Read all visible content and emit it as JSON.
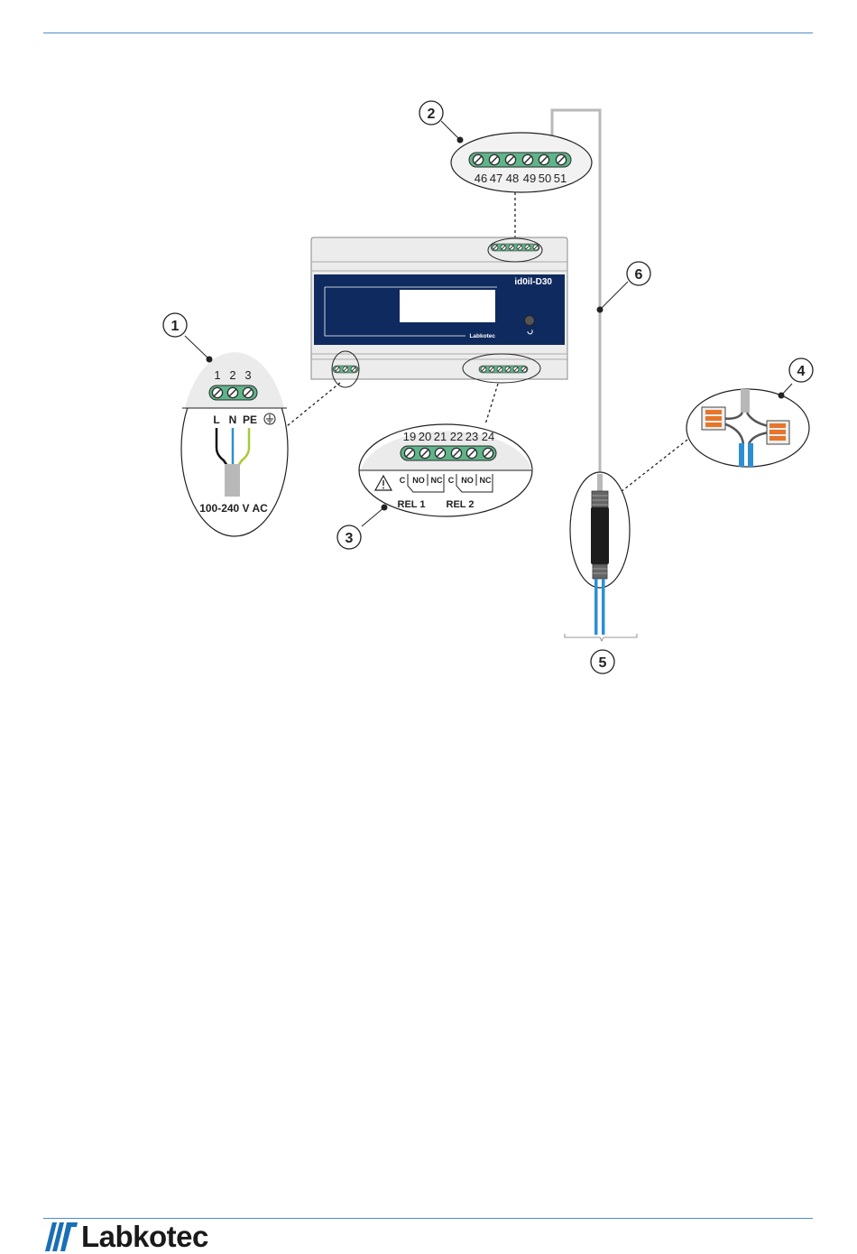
{
  "callouts": [
    "1",
    "2",
    "3",
    "4",
    "5",
    "6"
  ],
  "device": {
    "model_label": "id0il-D30",
    "brand_label": "Labkotec"
  },
  "power_terminal": {
    "numbers": [
      "1",
      "2",
      "3"
    ],
    "wire_labels": [
      "L",
      "N",
      "PE"
    ],
    "voltage_label": "100-240 V AC"
  },
  "sensor_terminal": {
    "numbers": [
      "46",
      "47",
      "48",
      "49",
      "50",
      "51"
    ]
  },
  "relay_terminal": {
    "numbers": [
      "19",
      "20",
      "21",
      "22",
      "23",
      "24"
    ],
    "contact_labels": [
      "C",
      "NO",
      "NC",
      "C",
      "NO",
      "NC"
    ],
    "relay_labels": [
      "REL 1",
      "REL 2"
    ]
  },
  "footer": {
    "logo_text": "Labkotec"
  },
  "colors": {
    "rule": "#4a8fc9",
    "terminal_green": "#5fb58a",
    "device_panel": "#0f2a5e",
    "wire_blue": "#2c8fd4",
    "wire_yellow_green": "#a8c93a",
    "connector_orange": "#e6762a",
    "cable_gray": "#b8b8b8"
  }
}
